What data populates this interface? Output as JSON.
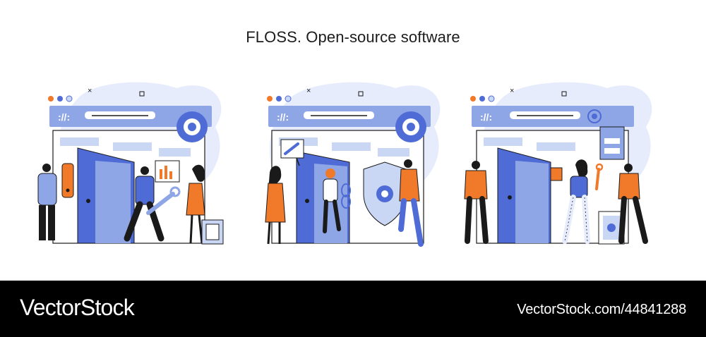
{
  "title": "FLOSS. Open-source software",
  "footer": {
    "brand": "VectorStock",
    "image_id": "VectorStock.com/44841288"
  },
  "colors": {
    "primary_blue": "#4f6bd6",
    "light_blue": "#c9d6f4",
    "pale_blue": "#e6ecfb",
    "orange": "#f07a2a",
    "outline": "#1a1a1a",
    "footer_bg": "#000000"
  },
  "illustrations": [
    {
      "name": "team-at-open-door",
      "icons": [
        "code-icon",
        "gear-icon",
        "warning-icon",
        "bar-chart-icon",
        "wrench-icon"
      ]
    },
    {
      "name": "security-and-tools",
      "icons": [
        "code-icon",
        "gear-icon",
        "wrench-icon",
        "shield-icon",
        "chain-icon"
      ]
    },
    {
      "name": "documents-and-settings",
      "icons": [
        "code-icon",
        "gear-icon",
        "document-icon",
        "book-icon",
        "wrench-icon"
      ]
    }
  ]
}
